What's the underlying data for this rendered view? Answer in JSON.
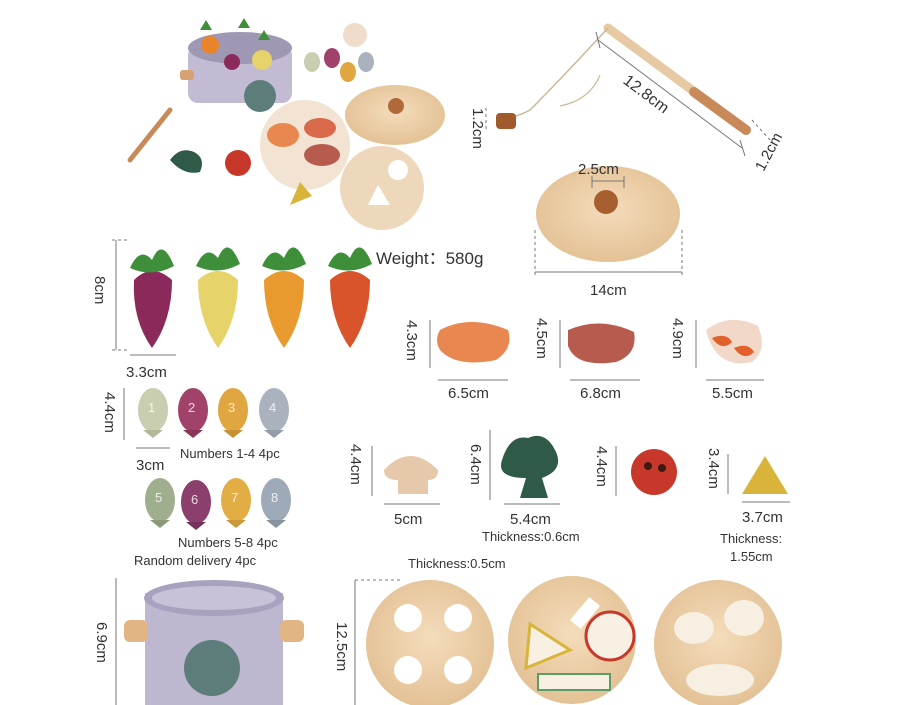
{
  "labels": {
    "weight": "Weight：580g",
    "rod_length": "12.8cm",
    "rod_handle": "1.2cm",
    "rod_bobber": "1.2cm",
    "lid_knob": "2.5cm",
    "lid_width": "14cm",
    "carrot_height": "8cm",
    "carrot_width": "3.3cm",
    "fish_height": "4.4cm",
    "fish_width": "3cm",
    "fish_set1": "Numbers 1-4 4pc",
    "fish_set2": "Numbers 5-8 4pc",
    "random": "Random delivery 4pc",
    "salmon_h": "4.3cm",
    "salmon_w": "6.5cm",
    "steak_h": "4.5cm",
    "steak_w": "6.8cm",
    "shrimp_h": "4.9cm",
    "shrimp_w": "5.5cm",
    "mushroom_h": "4.4cm",
    "mushroom_w": "5cm",
    "broccoli_h": "6.4cm",
    "broccoli_w": "5.4cm",
    "thickness_06": "Thickness:0.6cm",
    "tomato_h": "4.4cm",
    "triangle_h": "3.4cm",
    "triangle_w": "3.7cm",
    "thickness_155_a": "Thickness:",
    "thickness_155_b": "1.55cm",
    "thickness_05": "Thickness:0.5cm",
    "pot_h": "6.9cm",
    "board_h": "12.5cm",
    "fish_numbers": [
      "1",
      "2",
      "3",
      "4",
      "5",
      "6",
      "7",
      "8"
    ]
  },
  "colors": {
    "wood": "#e9c9a0",
    "wood_dark": "#c98a5a",
    "pot": "#bdb7cf",
    "leaf": "#3f8f3a",
    "carrots": [
      "#8b2a5a",
      "#e6d36a",
      "#e89a2e",
      "#d9542b"
    ],
    "fish": [
      "#c9ceb0",
      "#a1426b",
      "#e0a640",
      "#aab3bd",
      "#9fae8d",
      "#8b3f6c",
      "#e2ad45",
      "#9eaab8"
    ]
  }
}
